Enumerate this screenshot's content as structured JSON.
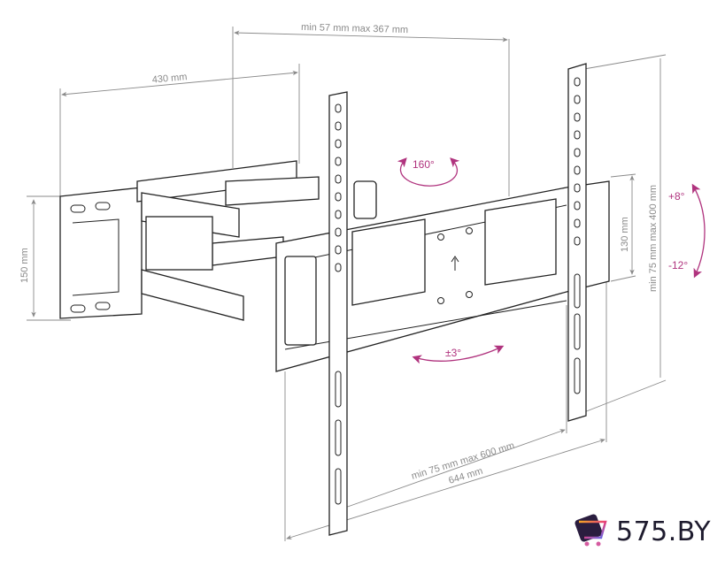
{
  "diagram": {
    "title": "Full-motion TV wall mount dimension drawing",
    "dimensions": {
      "extension": "min 57 mm max 367 mm",
      "arm_length": "430 mm",
      "wall_plate_height": "150 mm",
      "tv_plate_height": "130 mm",
      "vesa_vertical": "min 75 mm max 400 mm",
      "vesa_horizontal": "min 75 mm max 600 mm",
      "tv_plate_width": "644 mm"
    },
    "angles": {
      "swivel": "160°",
      "tilt_up": "+8°",
      "tilt_down": "-12°",
      "rotation": "±3°"
    },
    "colors": {
      "dimension_gray": "#8a8a8a",
      "angle_magenta": "#b0337e",
      "line_black": "#222222",
      "logo_dark": "#1e1b2e"
    }
  },
  "logo": {
    "text": "575.BY",
    "icon": "shopping-cart-icon"
  }
}
